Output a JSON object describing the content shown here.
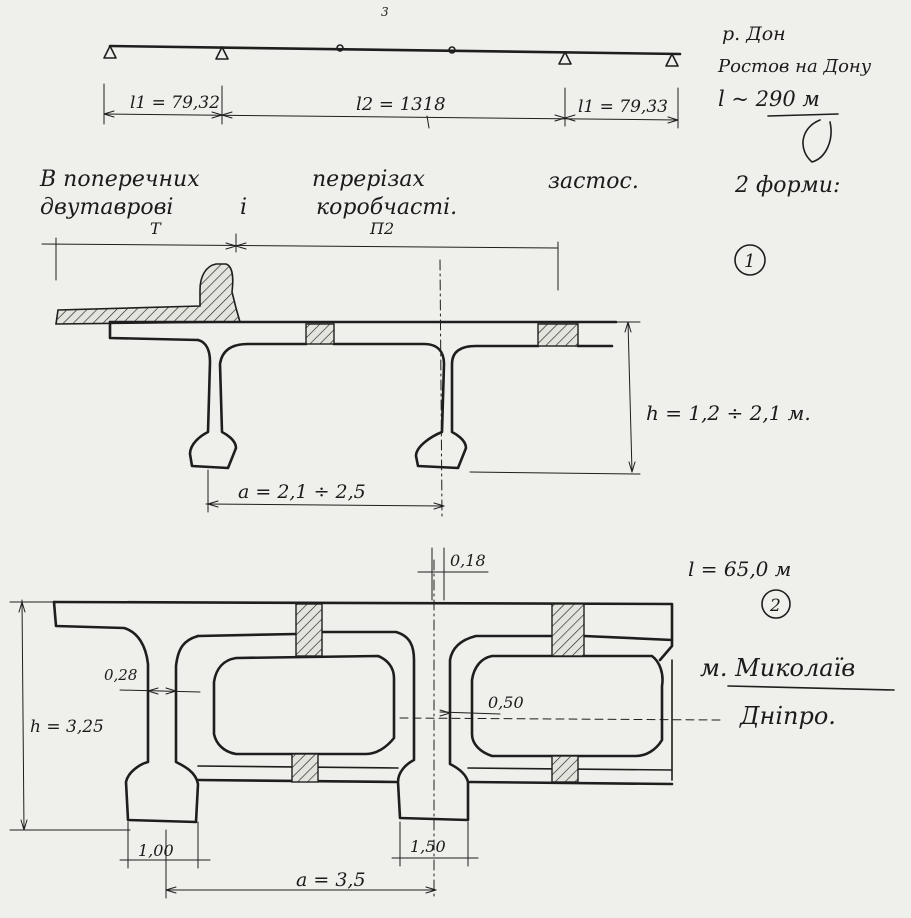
{
  "page_mark": "3",
  "note": {
    "line1": "p. Дон",
    "line2": "Ростов на Дону",
    "line3": "l ~ 290 м"
  },
  "span_scheme": {
    "l1_left": "l1 = 79,32",
    "l2": "l2 = 1318",
    "l1_right": "l1 = 79,33"
  },
  "heading": {
    "line1": [
      "В поперечних",
      "перерізах",
      "застос.",
      "2 форми:"
    ],
    "line2": [
      "двутаврові",
      "і",
      "коробчасті."
    ]
  },
  "section1": {
    "label_t": "Т",
    "label_t2": "П2",
    "number": "1",
    "h_label": "h = 1,2 ÷ 2,1 м.",
    "a_label": "a = 2,1 ÷ 2,5"
  },
  "section2": {
    "length_label": "l = 65,0 м",
    "number": "2",
    "top_dim": "0,18",
    "web_dim": "0,28",
    "inner_dim": "0,50",
    "h_label": "h = 3,25",
    "flange_left": "1,00",
    "flange_right": "1,50",
    "a_label": "a = 3,5",
    "city1": "м. Миколаїв",
    "city2": "Дніпро."
  }
}
